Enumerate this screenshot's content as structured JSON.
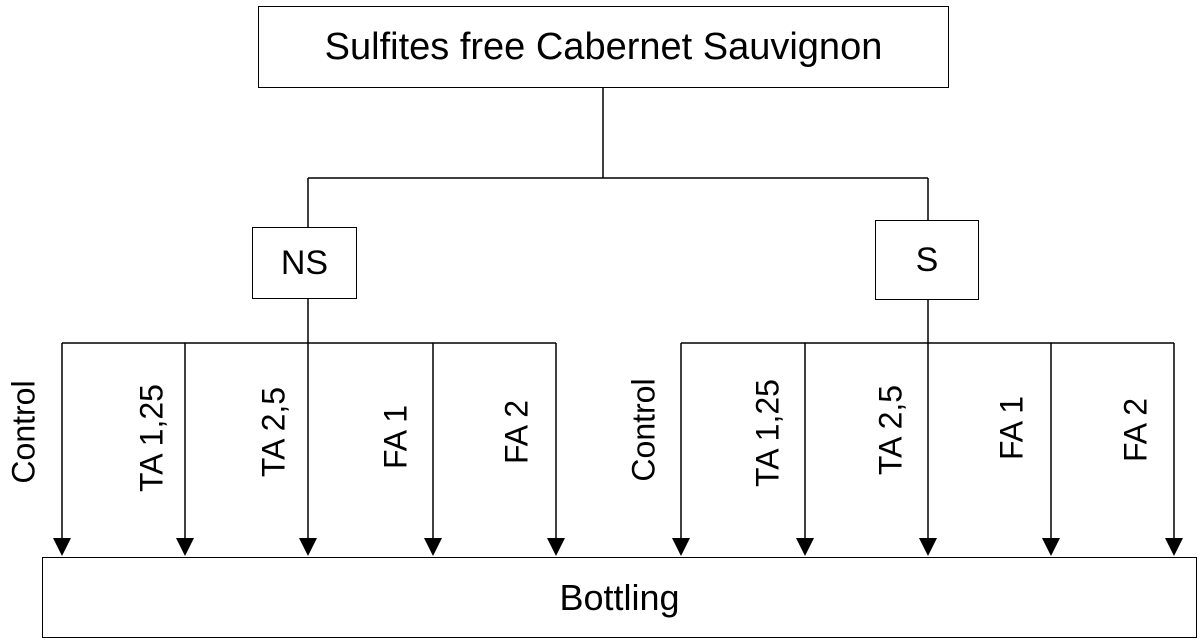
{
  "root": {
    "label": "Sulfites free Cabernet Sauvignon"
  },
  "groups": [
    {
      "label": "NS",
      "treatments": [
        "Control",
        "TA 1,25",
        "TA 2,5",
        "FA 1",
        "FA 2"
      ]
    },
    {
      "label": "S",
      "treatments": [
        "Control",
        "TA 1,25",
        "TA 2,5",
        "FA 1",
        "FA 2"
      ]
    }
  ],
  "bottom": {
    "label": "Bottling"
  }
}
